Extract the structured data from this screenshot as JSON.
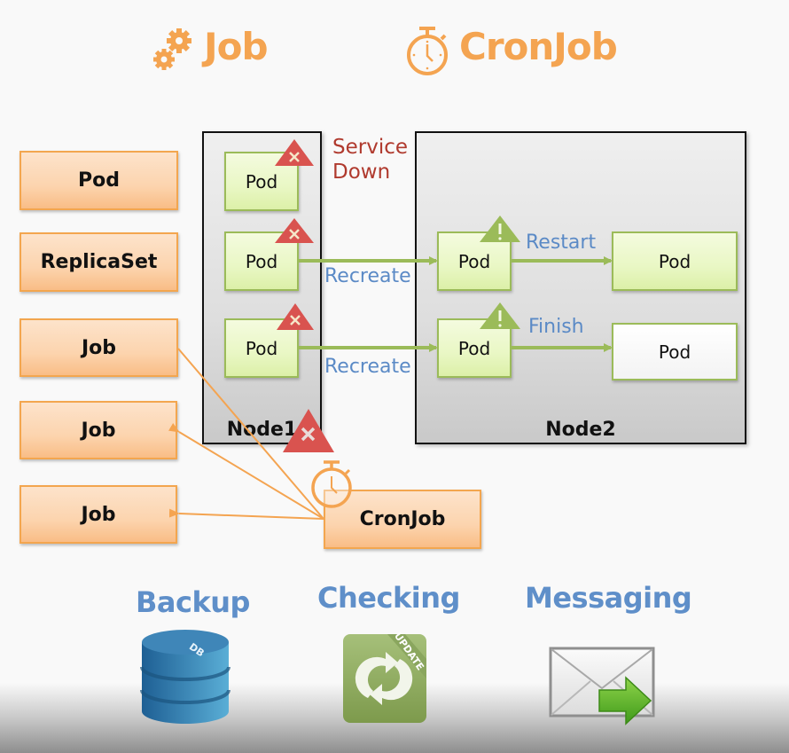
{
  "header": {
    "job_title": "Job",
    "cronjob_title": "CronJob",
    "job_icon": "gears-icon",
    "cronjob_icon": "stopwatch-icon"
  },
  "left_boxes": [
    {
      "label": "Pod"
    },
    {
      "label": "ReplicaSet"
    },
    {
      "label": "Job"
    },
    {
      "label": "Job"
    },
    {
      "label": "Job"
    }
  ],
  "node1": {
    "label": "Node1",
    "pods": [
      {
        "label": "Pod",
        "status": "error"
      },
      {
        "label": "Pod",
        "status": "error"
      },
      {
        "label": "Pod",
        "status": "error"
      }
    ],
    "status": "error"
  },
  "node2": {
    "label": "Node2",
    "pods": [
      {
        "label": "Pod",
        "status": "warning"
      },
      {
        "label": "Pod",
        "status": "warning"
      }
    ],
    "result_pods": [
      {
        "label": "Pod",
        "state": "running"
      },
      {
        "label": "Pod",
        "state": "completed"
      }
    ]
  },
  "annotations": {
    "service_down_line1": "Service",
    "service_down_line2": "Down",
    "recreate_1": "Recreate",
    "recreate_2": "Recreate",
    "restart": "Restart",
    "finish": "Finish"
  },
  "cronjob_box": {
    "label": "CronJob"
  },
  "use_cases": [
    {
      "label": "Backup",
      "icon": "database-icon",
      "icon_text": "DB"
    },
    {
      "label": "Checking",
      "icon": "update-icon",
      "icon_text": "UPDATE"
    },
    {
      "label": "Messaging",
      "icon": "mail-send-icon"
    }
  ],
  "colors": {
    "orange": "#f4a451",
    "pod_green": "#9bbb59",
    "error_red": "#d9534f",
    "label_blue": "#5b8ac6",
    "service_down_red": "#b03a2e"
  }
}
